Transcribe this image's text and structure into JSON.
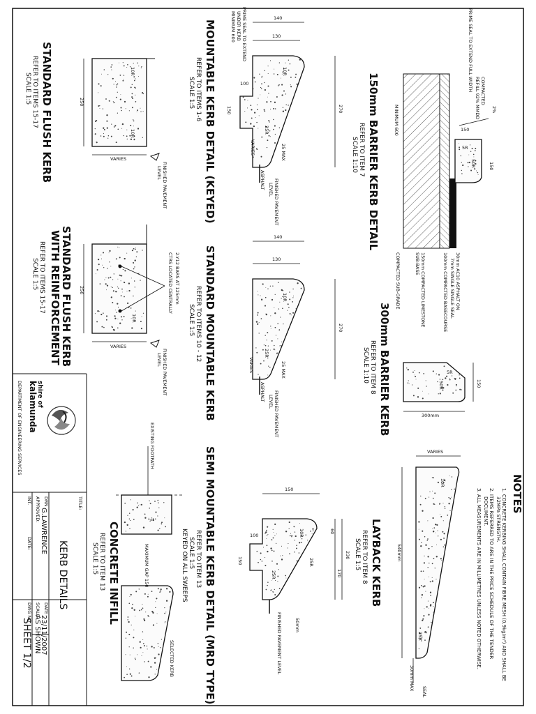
{
  "sheet": {
    "title_label": "TITLE:",
    "title": "KERB DETAILS",
    "drn_label": "DRN",
    "drn": "G.LAWRENCE",
    "approved_label": "APPROVED:",
    "date_label": "DATE",
    "date_value": "23/11/2007",
    "scale_label": "SCALE",
    "scale_value": "AS SHOWN",
    "int_label": "INT.",
    "date2_label": "DATE:",
    "dwg_label": "DWG NO",
    "sheet_no": "SHEET 1/2",
    "shire_line1": "shire of",
    "shire_line2": "kalamunda",
    "department": "DEPARTMENT OF ENGINEERING SERVICES"
  },
  "flush": {
    "title": "STANDARD FLUSH KERB",
    "ref": "REFER TO ITEMS 15-17",
    "scale": "SCALE 1:5",
    "dim_h": "250",
    "r1": "10R",
    "r2": "10R",
    "varies": "VARIES",
    "finished": "FINISHED PAVEMENT",
    "level": "LEVEL"
  },
  "flush_reinf": {
    "title1": "STANDARD FLUSH KERB",
    "title2": "WITH REINFORCEMENT",
    "ref": "REFER TO ITEMS 15-17",
    "scale": "SCALE 1:5",
    "dim_h": "250",
    "r": "10R",
    "bars1": "2-Y12 BARS AT 125mm",
    "bars2": "CTRS LOCATED CENTRALLY",
    "varies": "VARIES",
    "finished": "FINISHED PAVEMENT",
    "level": "LEVEL"
  },
  "mount_keyed": {
    "title": "MOUNTABLE KERB DETAIL (KEYED)",
    "ref": "REFER TO ITEMS 1-6",
    "scale": "SCALE 1:5",
    "prime1": "PRIME SEAL TO EXTEND",
    "prime2": "UNDER KERB",
    "prime3": "MINIMUM 600",
    "d140": "140",
    "d130": "130",
    "d100": "100",
    "d150": "150",
    "d270": "270",
    "r10": "10R",
    "r25": "25R",
    "max25": "25 MAX",
    "varies": "VARIES",
    "asphalt": "ASPHALT",
    "finished": "FINISHED PAVEMENT",
    "level": "LEVEL"
  },
  "std_mount": {
    "title": "STANDARD MOUNTABLE KERB",
    "ref": "REFER TO ITEMS 10 - 12",
    "scale": "SCALE 1:5",
    "d140": "140",
    "d130": "130",
    "d270": "270",
    "r10": "10R",
    "r25": "25R",
    "max25": "25 MAX",
    "varies": "VARIES",
    "asphalt": "ASPHALT",
    "finished": "FINISHED PAVEMENT",
    "level": "LEVEL"
  },
  "semi": {
    "title": "SEMI MOUNTABLE KERB DETAIL (MRD TYPE)",
    "ref": "REFER TO ITEM 13",
    "scale": "SCALE 1:5",
    "keyed": "KEYED ON ALL SWEEPS",
    "d150": "150",
    "d100": "100",
    "d60": "60",
    "d150b": "150",
    "d230": "230",
    "d170": "170",
    "r10": "10R",
    "r25": "25R",
    "r25b": "25R",
    "d50": "50mm",
    "finished": "FINISHED PAVEMENT LEVEL"
  },
  "infill": {
    "title": "CONCRETE INFILL",
    "ref": "REFER TO ITEM 13",
    "scale": "SCALE 1:5",
    "footpath": "EXISTING FOOTPATH",
    "gap": "MAXIMUM GAP 150",
    "selected": "SELECTED KERB"
  },
  "barrier150": {
    "title": "150mm BARRIER KERB DETAIL",
    "ref": "REFER TO ITEM 7",
    "scale": "SCALE 1:10",
    "prime": "PRIME SEAL TO EXTEND FULL WIDTH",
    "compacted": "COMPACTED",
    "refill": "REFILL 92% MMDD",
    "pct": "2%",
    "d150": "150",
    "d150b": "150",
    "r5": "5R",
    "r50": "50R",
    "min600": "MINIMUM 600",
    "l1": "30mm AC10 ASPHALT ON",
    "l2": "7mm SINGLE SINGLE SEAL",
    "l3": "100mm COMPACTED BASECOURSE",
    "l4": "150mm COMPACTED LIMESTONE",
    "l5": "SUB-BASE",
    "l6": "COMPACTED SUB-GRADE"
  },
  "barrier300": {
    "title": "300mm BARRIER KERB",
    "ref": "REFER TO ITEM 8",
    "scale": "SCALE 1:10",
    "d150": "150",
    "d300": "300mm",
    "r5": "5R",
    "r50": "50R"
  },
  "layback": {
    "title": "LAYBACK KERB",
    "ref": "REFER TO ITEM 8",
    "scale": "SCALE 1:5",
    "varies": "VARIES",
    "r10": "10R",
    "r25": "25R",
    "d540": "540mm",
    "max30": "30mm MAX",
    "seal": "SEAL"
  },
  "notes": {
    "title": "NOTES",
    "n1a": "1.  CONCRETE KERBING SHALL CONTAIN FIBRE MESH (0.9kg/m³) AND SHALL BE",
    "n1b": "32MPa STRENGTH.",
    "n2a": "2.  ITEMS REFERRED TO ARE IN THE PRICE SCHEDULE OF THE TENDER",
    "n2b": "DOCUMENT.",
    "n3": "3.  ALL MEASUREMENTS ARE IN MILLIMETRES UNLESS NOTED OTHERWISE."
  }
}
